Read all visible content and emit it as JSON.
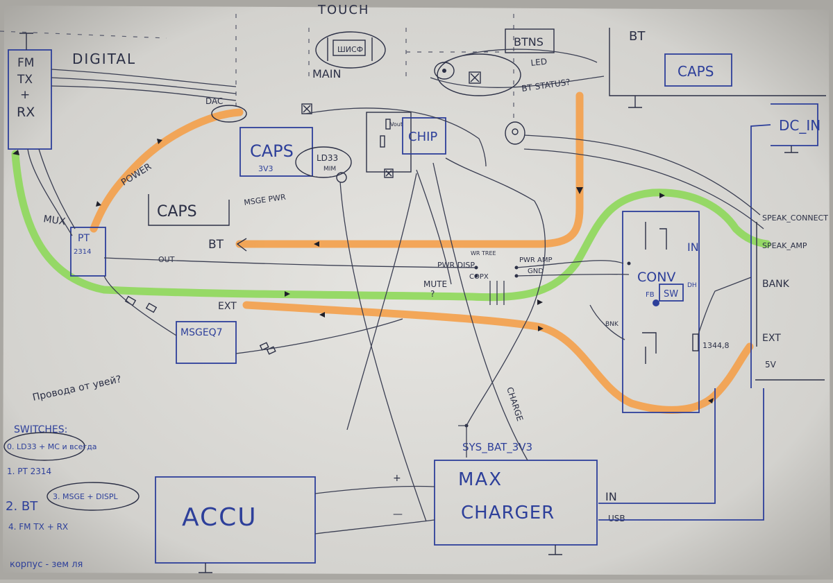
{
  "colors": {
    "paper": "#dcdbd7",
    "ink_blue": "#2d3f9a",
    "ink_dark": "#2b2f45",
    "highlight_orange": "#f4a04a",
    "highlight_green": "#8ed85a"
  },
  "labels": {
    "touch": "TOUCH",
    "main": "MAIN",
    "main_box": "ШИСФ",
    "btns": "BTNS",
    "led": "LED",
    "bt_status": "BT STATUS?",
    "bt_top": "BT",
    "caps_bt": "CAPS",
    "dc_in": "DC_IN",
    "fm_tx_rx": [
      "FM",
      "TX",
      "+",
      "RX"
    ],
    "digital": "DIGITAL",
    "dac": "DAC",
    "caps_3v3": "CAPS",
    "caps_3v3_sub": "3V3",
    "ldo33": "LD33",
    "ldo33_sub": "MIM",
    "chip": "CHIP",
    "vout": "Vout",
    "power": "POWER",
    "mux": "MUX",
    "pt2314": "PT",
    "pt2314_sub": "2314",
    "caps_mid": "CAPS",
    "msgeq_pwr": "MSGE PWR",
    "bt_out": "BT",
    "out": "OUT",
    "ext_left": "EXT",
    "msgeq7": "MSGEQ7",
    "pwr_disp": "PWR DISP",
    "wr_tree": "WR TREE",
    "mute": "MUTE",
    "mute_q": "?",
    "copx": "COPX",
    "pwr_amp": "PWR AMP",
    "gnd": "GND",
    "speak_connect": "SPEAK_CONNECT",
    "speak_amp": "SPEAK_AMP",
    "in_conv": "IN",
    "conv": "CONV",
    "fb": "FB",
    "sw": "SW",
    "dh": "DH",
    "bank": "BANK",
    "bnk": "BNK",
    "resistor_val": "1344,8",
    "ext_right": "EXT",
    "five_v": "5V",
    "charge": "CHARGE",
    "sys_bat": "SYS_BAT_3V3",
    "max_charger": [
      "MAX",
      "CHARGER"
    ],
    "charger_in": "IN",
    "charger_usb": "USB",
    "accu": "ACCU",
    "plus": "+",
    "minus": "—",
    "wires_question": "Провода от увей?",
    "switches_title": "SWITCHES:",
    "switches": [
      "0. LD33 + MC и всегда",
      "1. PT 2314",
      "2. BT",
      "3. MSGE + DISPL",
      "4. FM TX + RX"
    ],
    "footer": "корпус - зем ля"
  }
}
